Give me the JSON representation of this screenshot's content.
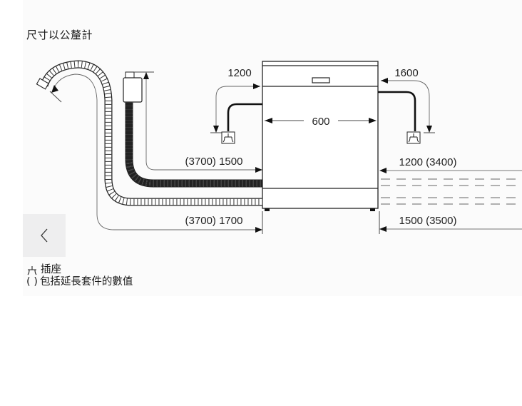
{
  "title": "尺寸以公釐計",
  "dimensions": {
    "appliance_width": "600",
    "top_left_cable": "1200",
    "top_right_cable": "1600",
    "left_upper_hose": "(3700) 1500",
    "left_lower_hose": "(3700) 1700",
    "right_upper": "1200 (3400)",
    "right_lower": "1500 (3500)"
  },
  "legend": {
    "socket_symbol": "socket-icon",
    "socket_label": "插座",
    "parentheses_symbol": "( )",
    "parentheses_label": "包括延長套件的數值"
  },
  "navigation": {
    "prev_icon": "chevron-left-icon"
  },
  "colors": {
    "line": "#1a1a1a",
    "dim_line": "#555555",
    "panel_bg": "#fbfbfb",
    "button_bg": "#eeeeef"
  }
}
